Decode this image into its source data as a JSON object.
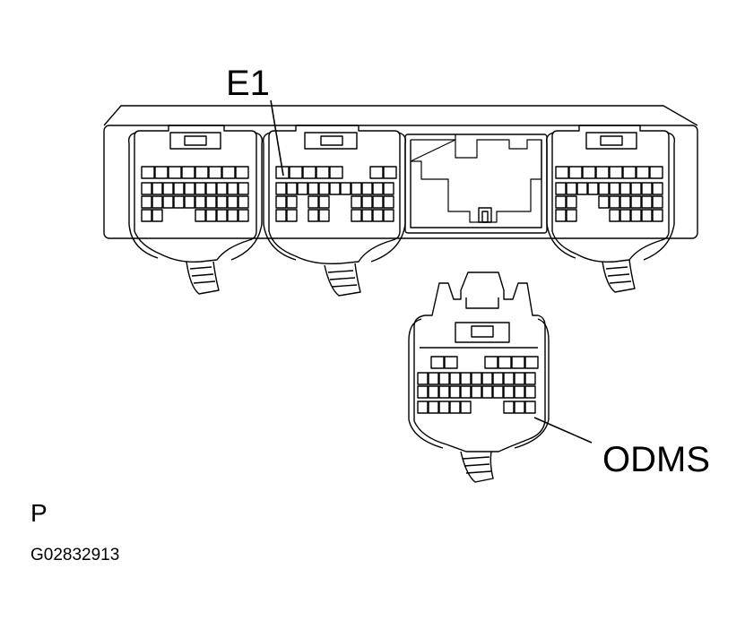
{
  "labels": {
    "e1": "E1",
    "odms": "ODMS",
    "view_code": "P",
    "figure_id": "G02832913"
  },
  "colors": {
    "line": "#000000",
    "background": "#ffffff"
  }
}
